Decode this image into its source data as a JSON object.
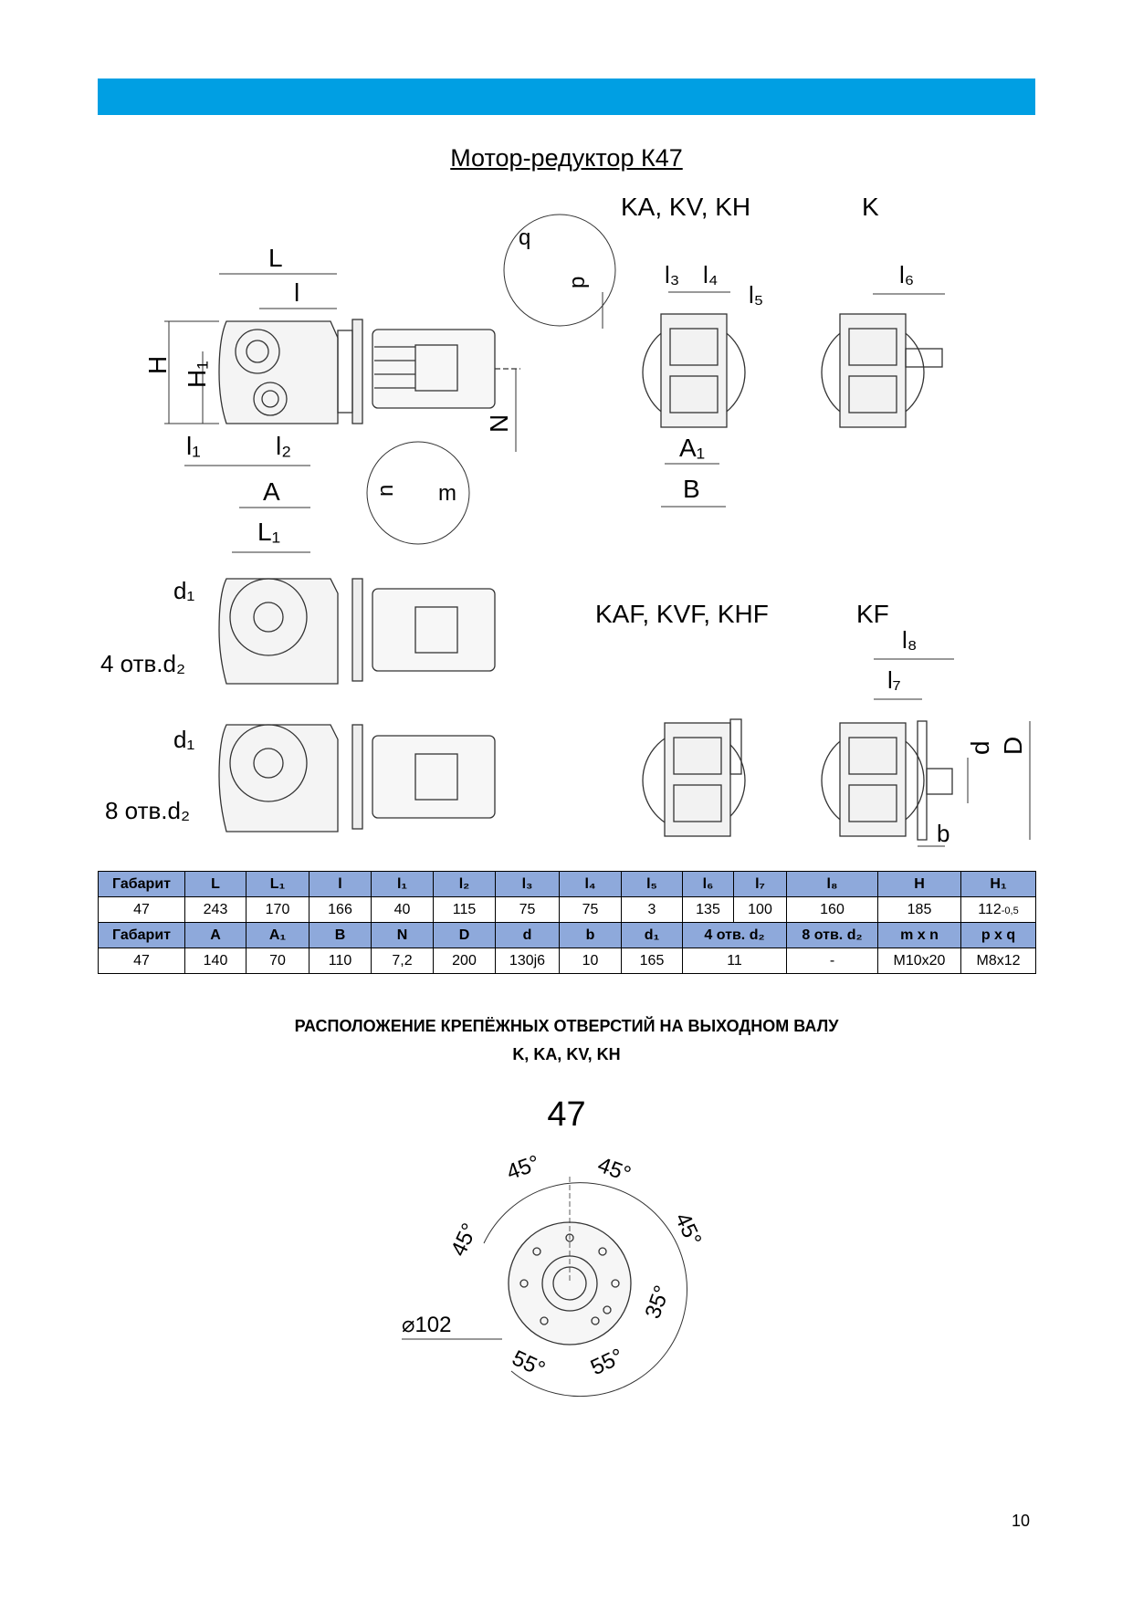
{
  "header": {
    "banner_color": "#009FE3",
    "title": "Мотор-редуктор К47"
  },
  "drawing": {
    "views": {
      "ka_kv_kh": "KA, KV, KH",
      "k": "K",
      "kaf_kvf_khf": "KAF, KVF, KHF",
      "kf": "KF"
    },
    "dims": {
      "L": "L",
      "l": "l",
      "H": "H",
      "H1": "H₁",
      "l1": "l₁",
      "l2": "l₂",
      "A": "A",
      "L1": "L₁",
      "N": "N",
      "q": "q",
      "p": "p",
      "n": "n",
      "m": "m",
      "l3": "l₃",
      "l4": "l₄",
      "l5": "l₅",
      "A1": "A₁",
      "B": "B",
      "l6": "l₆",
      "d1_a": "d₁",
      "holes4": "4 отв.d₂",
      "d1_b": "d₁",
      "holes8": "8 отв.d₂",
      "l8": "l₈",
      "l7": "l₇",
      "d": "d",
      "D": "D",
      "b": "b"
    }
  },
  "table": {
    "row1_headers": [
      "Габарит",
      "L",
      "L₁",
      "l",
      "l₁",
      "l₂",
      "l₃",
      "l₄",
      "l₅",
      "l₆",
      "l₇",
      "l₈",
      "H",
      "H₁"
    ],
    "row1_values": [
      "47",
      "243",
      "170",
      "166",
      "40",
      "115",
      "75",
      "75",
      "3",
      "135",
      "100",
      "160",
      "185"
    ],
    "row1_H1_value": "112",
    "row1_H1_tolerance": "-0,5",
    "row2_headers": [
      "Габарит",
      "A",
      "A₁",
      "B",
      "N",
      "D",
      "d",
      "b",
      "d₁",
      "4 отв. d₂",
      "8 отв. d₂",
      "m x n",
      "p x q"
    ],
    "row2_values": [
      "47",
      "140",
      "70",
      "110",
      "7,2",
      "200",
      "130j6",
      "10",
      "165",
      "11",
      "-",
      "M10x20",
      "M8x12"
    ]
  },
  "section": {
    "title": "РАСПОЛОЖЕНИЕ КРЕПЁЖНЫХ ОТВЕРСТИЙ НА ВЫХОДНОМ ВАЛУ",
    "subtitle": "K, KA, KV, KH",
    "size": "47",
    "angles": {
      "a1": "45°",
      "a2": "45°",
      "a3": "45°",
      "a4": "45°",
      "a5": "35°",
      "a6": "55°",
      "a7": "55°"
    },
    "diameter": "⌀102"
  },
  "page_number": "10"
}
